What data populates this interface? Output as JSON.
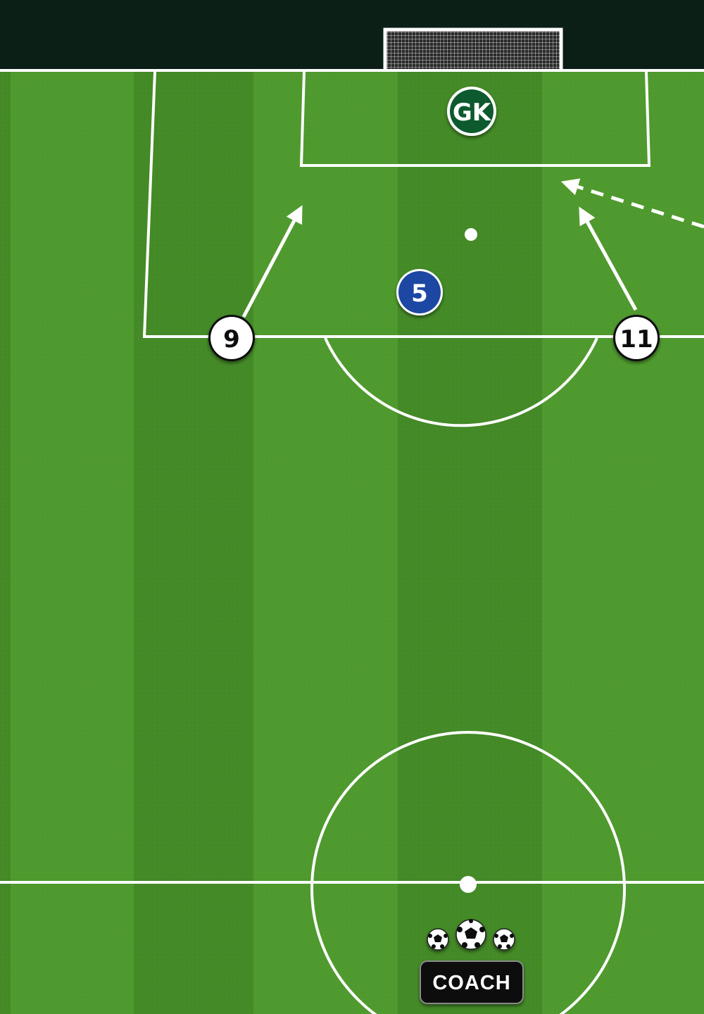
{
  "players": {
    "goalkeeper": {
      "label": "GK",
      "color": "#0f5a2e"
    },
    "defender": {
      "label": "5",
      "color": "#1f47a3"
    },
    "attacker_left": {
      "label": "9",
      "color": "#ffffff"
    },
    "attacker_right": {
      "label": "11",
      "color": "#ffffff"
    }
  },
  "coach": {
    "label": "COACH",
    "color": "#0c0c0c"
  },
  "balls": {
    "count": 3,
    "icon": "soccer-ball-icon"
  },
  "pitch": {
    "grass_light": "#4f9a2e",
    "grass_dark": "#448a27",
    "line_color": "#ffffff",
    "background": "#0b1f17"
  },
  "movements": [
    {
      "type": "run",
      "style": "solid",
      "player": "9"
    },
    {
      "type": "run",
      "style": "solid",
      "player": "11"
    },
    {
      "type": "pass",
      "style": "dashed",
      "player": ""
    }
  ]
}
